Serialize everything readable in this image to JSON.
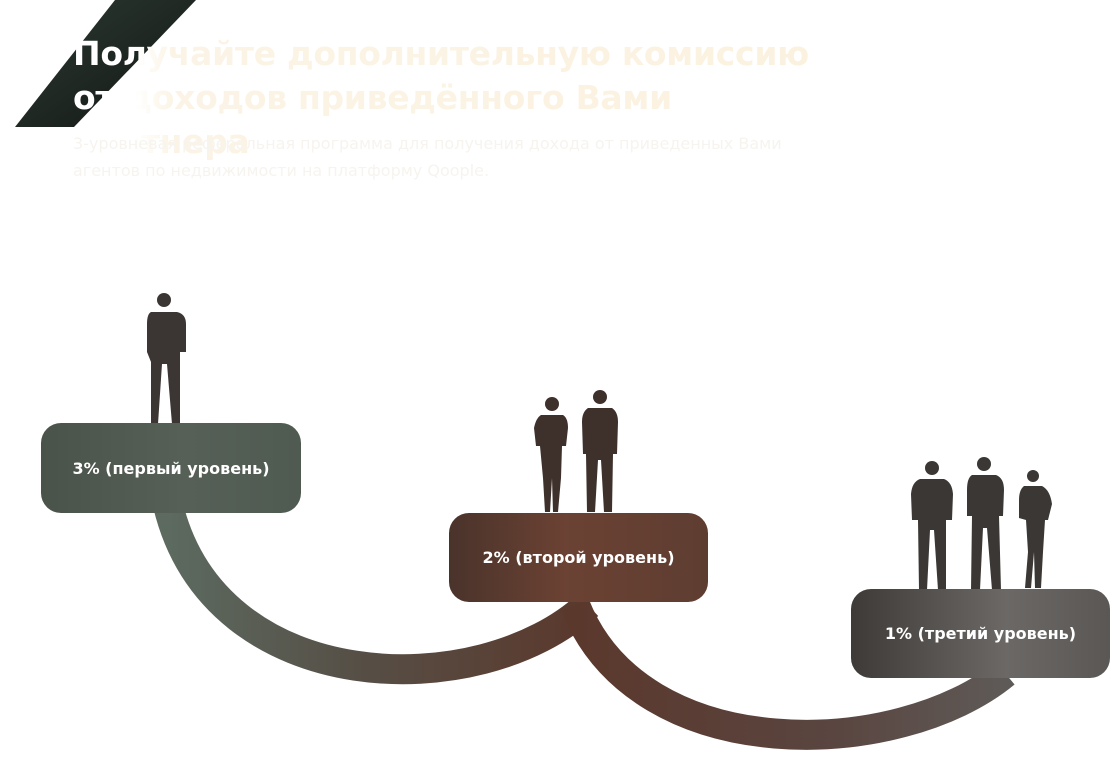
{
  "header": {
    "title": "Получайте дополнительную комиссию от доходов приведённого Вами партнера",
    "subtitle": "3-уровневая реферальная программа для получения дохода от приведенных Вами агентов по недвижимости на платформу Qoople."
  },
  "levels": [
    {
      "label": "3% (первый уровень)",
      "people_count": 1
    },
    {
      "label": "2% (второй уровень)",
      "people_count": 2
    },
    {
      "label": "1% (третий уровень)",
      "people_count": 3
    }
  ],
  "colors": {
    "corner_shape": "#1f2a24",
    "level_1": "#545e55",
    "level_2": "#5e3d31",
    "level_3": "#5a5755",
    "silhouette": "#3a3533"
  }
}
